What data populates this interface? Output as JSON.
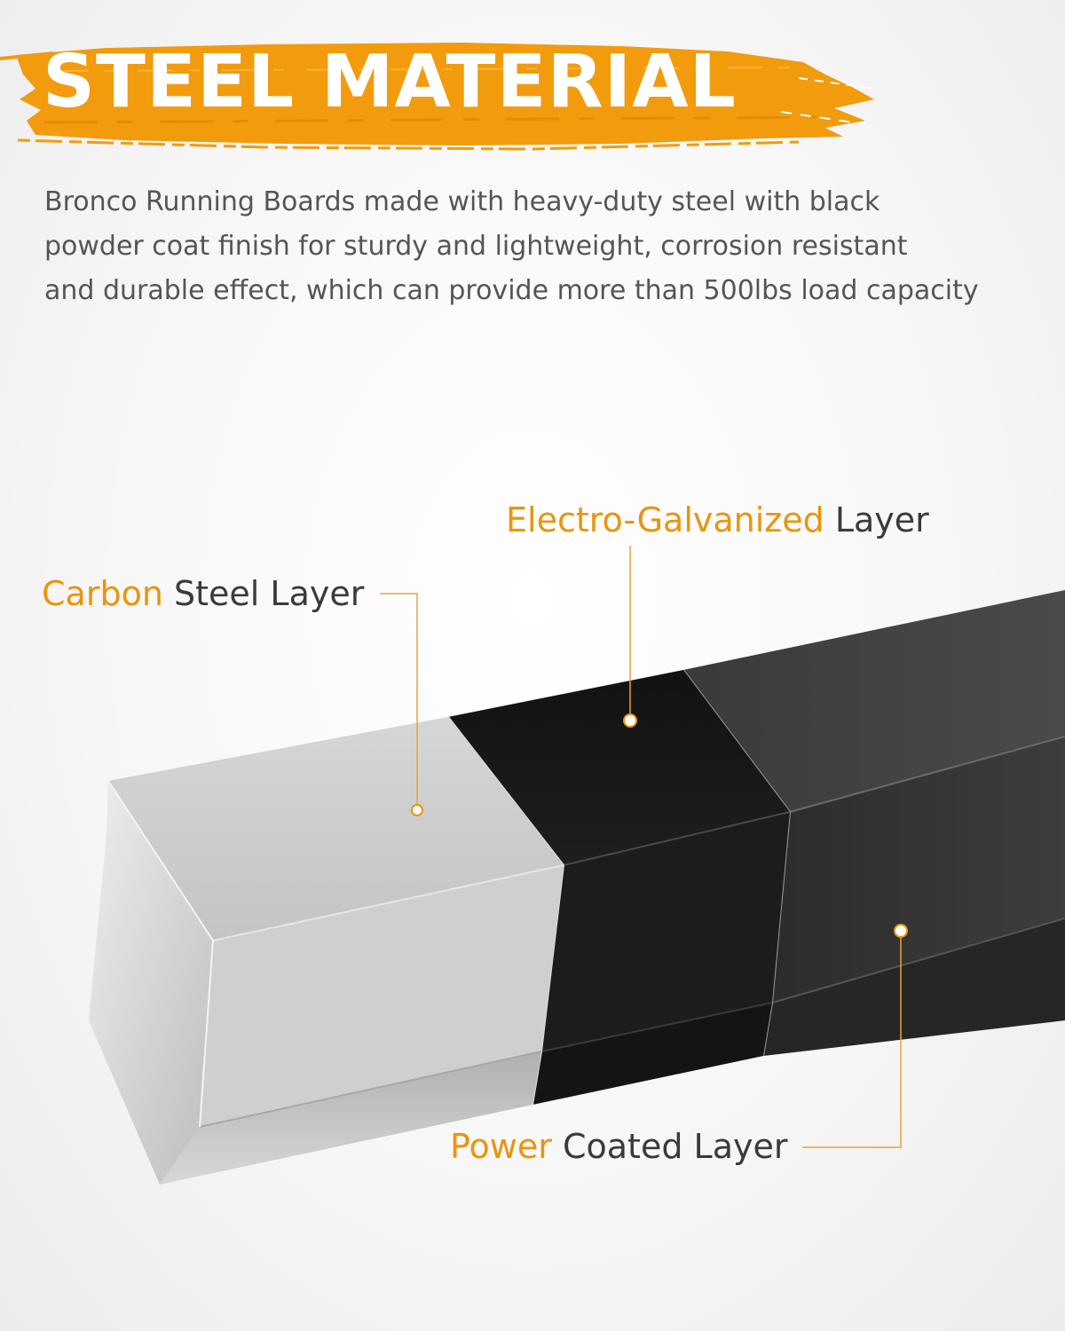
{
  "header": {
    "title": "STEEL MATERIAL"
  },
  "description": {
    "lines": [
      "Bronco Running Boards made with heavy-duty steel with  black",
      "powder coat finish for sturdy and lightweight, corrosion resistant",
      "and durable effect, which can provide more than 500lbs load capacity"
    ]
  },
  "layers": [
    {
      "highlight": "Carbon",
      "rest": "Steel Layer"
    },
    {
      "highlight": "Electro-Galvanized",
      "rest": "Layer"
    },
    {
      "highlight": "Power",
      "rest": "Coated Layer"
    }
  ],
  "colors": {
    "accent": "#e8950e",
    "banner": "#f29b0d",
    "text": "#555555",
    "label_text": "#3a3a3a",
    "steel": "#c9c9c9",
    "galvanized": "#1a1a1a",
    "coating": "#333333"
  }
}
